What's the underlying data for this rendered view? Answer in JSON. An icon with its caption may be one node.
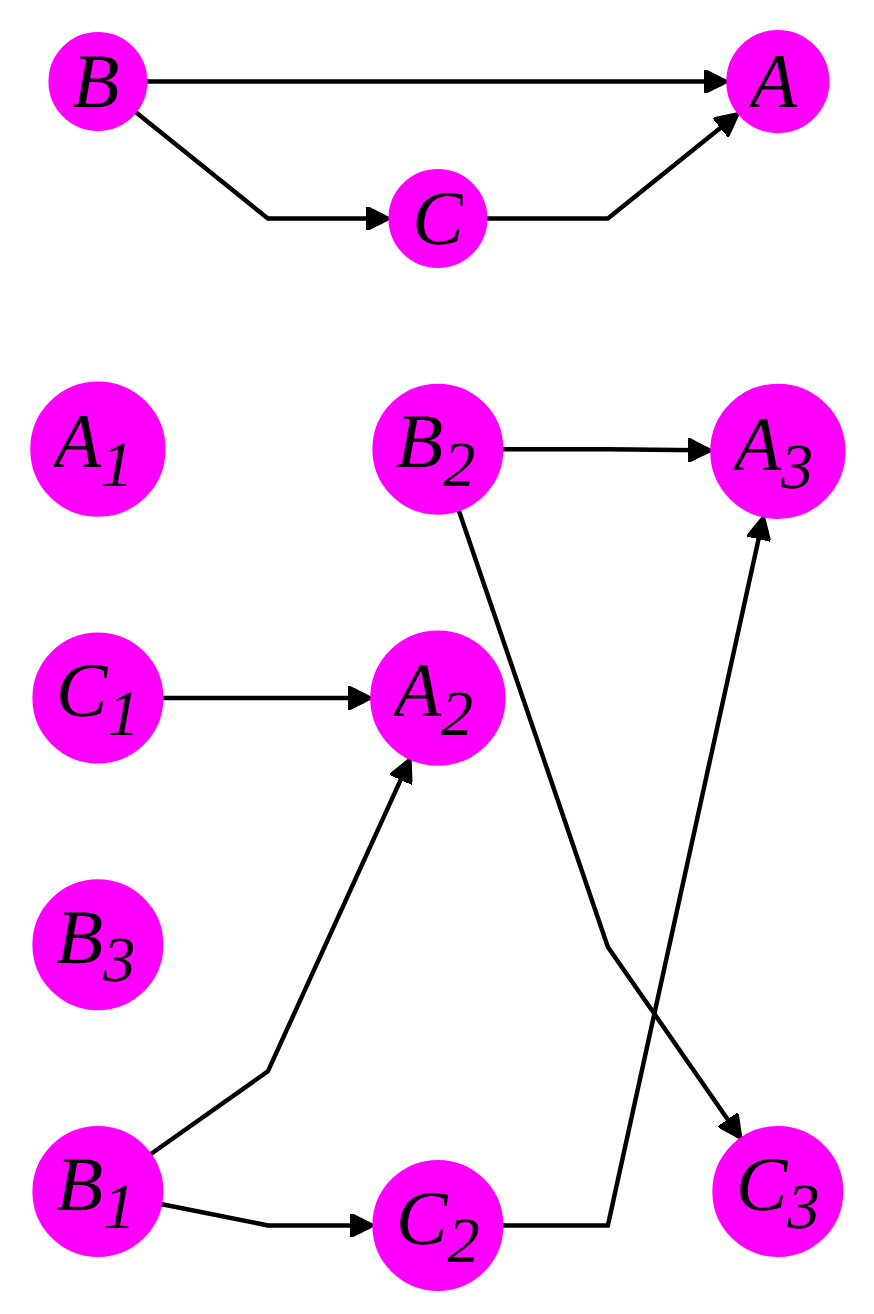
{
  "diagram": {
    "nodes": [
      {
        "text": [
          "B"
        ]
      },
      {
        "text": [
          "A"
        ]
      },
      {
        "text": [
          "C"
        ]
      },
      {
        "text": [
          "A$_{1}$"
        ]
      },
      {
        "text": [
          "A$_{2}$"
        ]
      },
      {
        "text": [
          "A$_{3}$"
        ]
      },
      {
        "text": [
          "B$_{1}$"
        ]
      },
      {
        "text": [
          "B$_{2}$"
        ]
      },
      {
        "text": [
          "B$_{3}$"
        ]
      },
      {
        "text": [
          "C$_{1}$"
        ]
      },
      {
        "text": [
          "C$_{2}$"
        ]
      },
      {
        "text": [
          "C$_{3}$"
        ]
      }
    ],
    "edges": [
      {
        "from": 0,
        "to": 1,
        "arrow": "to"
      },
      {
        "from": 0,
        "to": 2,
        "arrow": "to"
      },
      {
        "from": 2,
        "to": 1,
        "arrow": "to"
      },
      {
        "from": 6,
        "to": 4,
        "arrow": "to"
      },
      {
        "from": 9,
        "to": 4,
        "arrow": "to"
      },
      {
        "from": 7,
        "to": 5,
        "arrow": "to"
      },
      {
        "from": 10,
        "to": 5,
        "arrow": "to"
      },
      {
        "from": 6,
        "to": 10,
        "arrow": "to"
      },
      {
        "from": 7,
        "to": 11,
        "arrow": "to"
      }
    ]
  }
}
